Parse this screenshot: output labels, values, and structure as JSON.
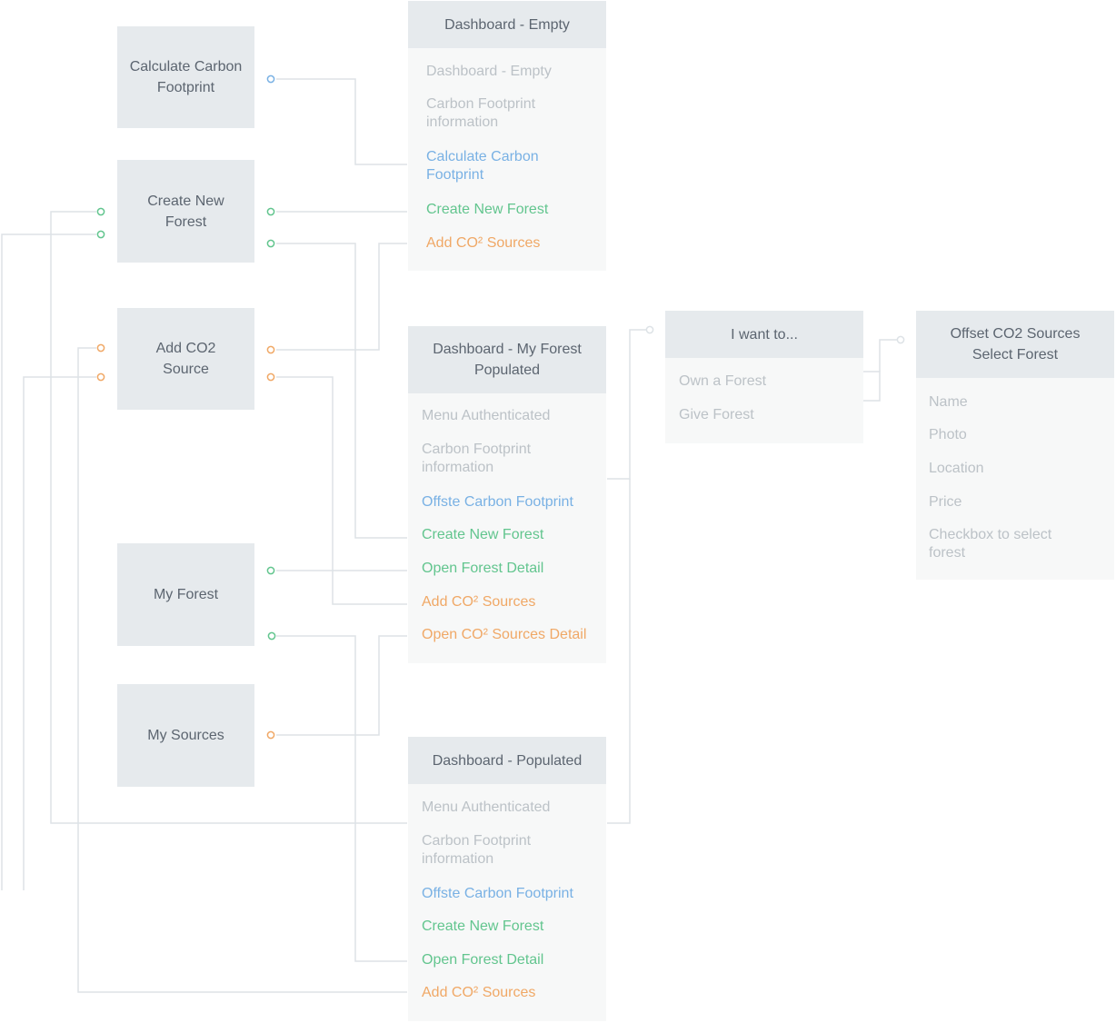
{
  "colors": {
    "line": "#dde2e6",
    "blue": "#79b1e4",
    "green": "#62c58e",
    "orange": "#f0a866",
    "muted": "#bcc2c7"
  },
  "nodes": {
    "calculate": "Calculate Carbon\nFootprint",
    "create_forest": "Create New\nForest",
    "add_co2": "Add CO2\nSource",
    "my_forest": "My Forest",
    "my_sources": "My Sources"
  },
  "dashboard_empty": {
    "title": "Dashboard - Empty",
    "items": [
      "Dashboard - Empty",
      "Carbon Footprint\ninformation",
      "Calculate Carbon\nFootprint",
      "Create New Forest",
      "Add CO² Sources"
    ]
  },
  "dashboard_my_forest": {
    "title": "Dashboard - My Forest\nPopulated",
    "items": [
      "Menu Authenticated",
      "Carbon Footprint\ninformation",
      "Offste Carbon Footprint",
      "Create New Forest",
      "Open Forest Detail",
      "Add CO² Sources",
      "Open CO² Sources Detail"
    ]
  },
  "dashboard_populated": {
    "title": "Dashboard - Populated",
    "items": [
      "Menu Authenticated",
      "Carbon Footprint\ninformation",
      "Offste Carbon Footprint",
      "Create New Forest",
      "Open Forest Detail",
      "Add CO² Sources"
    ]
  },
  "i_want_to": {
    "title": "I want to...",
    "items": [
      "Own a Forest",
      "Give Forest"
    ]
  },
  "offset_select": {
    "title": "Offset CO2 Sources\nSelect Forest",
    "items": [
      "Name",
      "Photo",
      "Location",
      "Price",
      "Checkbox to select\nforest"
    ]
  }
}
